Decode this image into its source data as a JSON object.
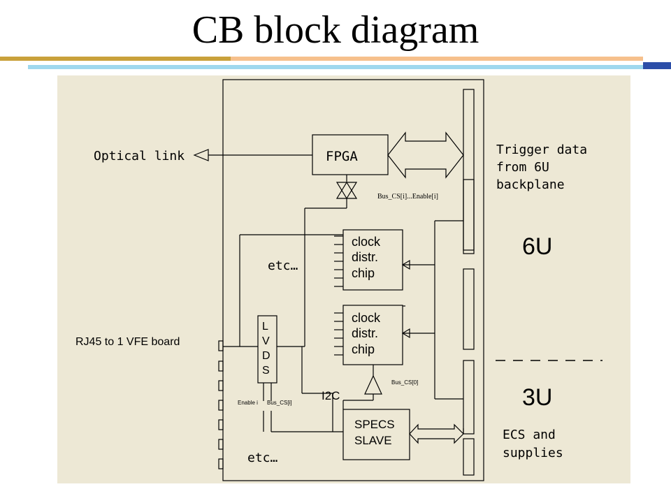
{
  "slide": {
    "title": "CB block diagram",
    "colors": {
      "gold_bar": "#c9a13b",
      "peach_bar": "#f6c08c",
      "cyan_bar": "#9fd8ee",
      "blue_bar": "#2c4ea8",
      "panel_bg": "#ede8d5"
    }
  },
  "diagram": {
    "fpga": "FPGA",
    "clock_chip": [
      "clock",
      "distr.",
      "chip"
    ],
    "lvds": [
      "L",
      "V",
      "D",
      "S"
    ],
    "specs": [
      "SPECS",
      "SLAVE"
    ],
    "optical_link": "Optical link",
    "trigger_data": [
      "Trigger data",
      "from 6U",
      "backplane"
    ],
    "six_u": "6U",
    "three_u": "3U",
    "ecs": [
      "ECS and",
      "supplies"
    ],
    "bus_cs_enable": "Bus_CS[i]...Enable[i]",
    "etc": "etc…",
    "rj45": "RJ45 to 1 VFE board",
    "bus_cs0": "Bus_CS[0]",
    "i2c": "I2C",
    "enable_i": "Enable i",
    "bus_cs_i": "Bus_CS[i]"
  }
}
